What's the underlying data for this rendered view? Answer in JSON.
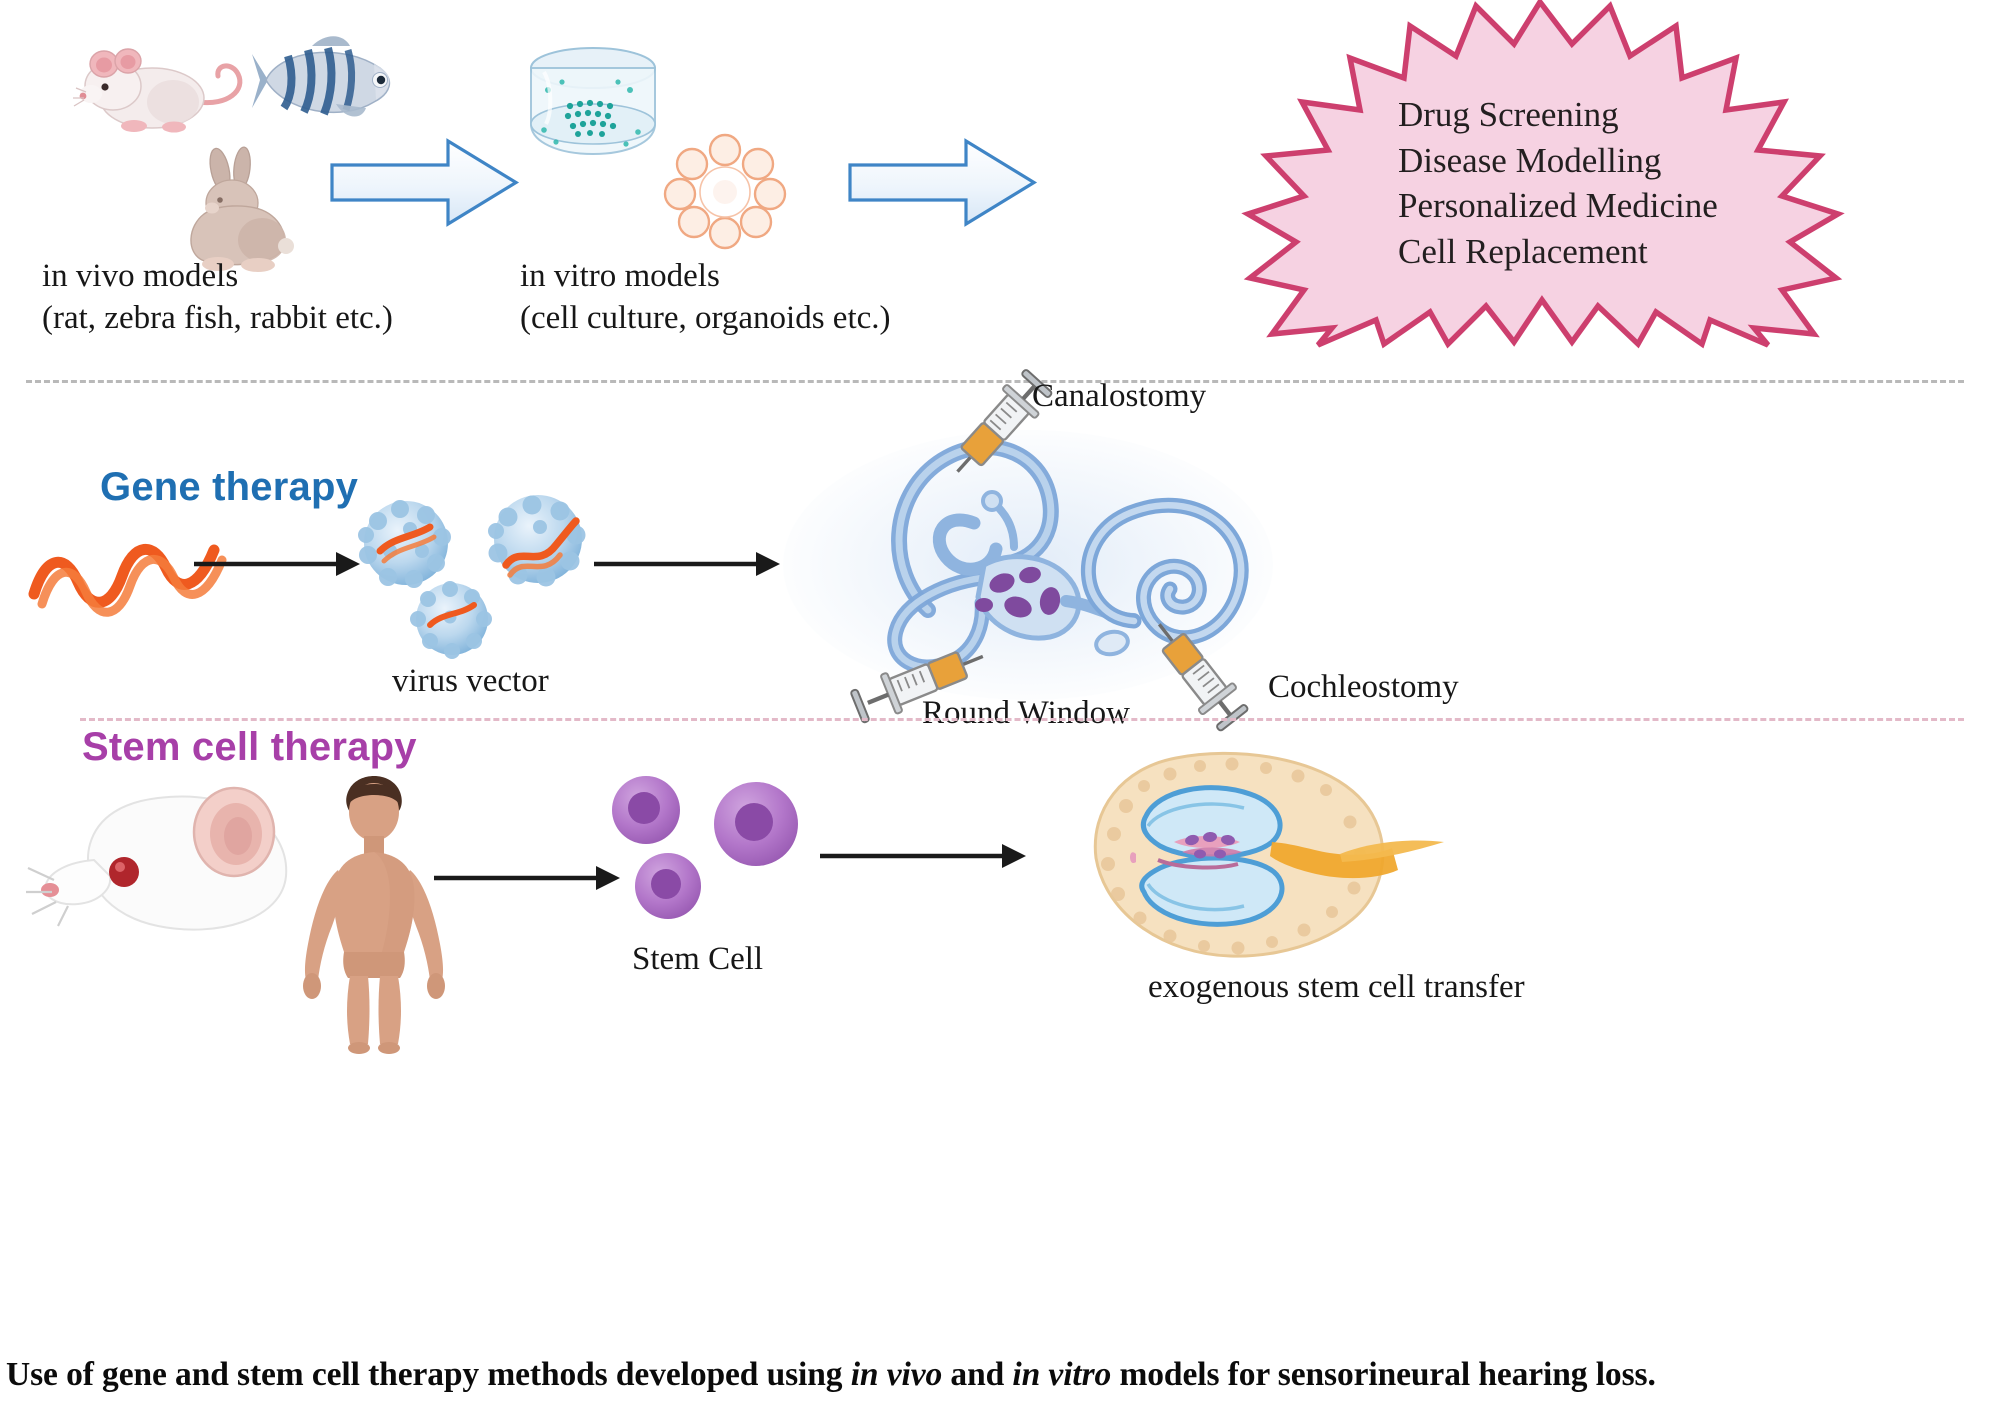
{
  "figure": {
    "title": "Use of gene and stem cell therapy methods developed using in vivo and in vitro models for sensorineural hearing loss.",
    "caption_parts": {
      "p1": "Use of gene and stem cell therapy methods developed using ",
      "i1": "in vivo",
      "p2": " and ",
      "i2": "in vitro",
      "p3": " models for sensorineural hearing loss."
    }
  },
  "colors": {
    "arrow_fill": "#e8f1fb",
    "arrow_stroke": "#3f85c6",
    "burst_fill": "#f6d2e2",
    "burst_stroke": "#cd3f6e",
    "gene_heading": "#1f6fb2",
    "stem_heading": "#a73fa8",
    "dna_orange": "#ef5a1f",
    "virus_blue": "#8fbfe4",
    "stemcell_purple": "#a362c0",
    "inner_ear_blue": "#7da7d9",
    "inner_ear_purple": "#7f4a9e",
    "syringe_amber": "#e8a13a",
    "bone_tan": "#f3d9b0",
    "divider_gray": "#b9b9b9",
    "divider_pink": "#e3b9c8"
  },
  "row_top": {
    "in_vivo": {
      "line1": "in vivo models",
      "line2": "(rat, zebra fish, rabbit etc.)",
      "icons": [
        "mouse-icon",
        "zebrafish-icon",
        "rabbit-icon"
      ]
    },
    "in_vitro": {
      "line1": "in vitro models",
      "line2": "(cell culture, organoids etc.)",
      "icons": [
        "petri-dish-icon",
        "organoid-icon"
      ]
    },
    "arrow1": "block-arrow-right-icon",
    "arrow2": "block-arrow-right-icon",
    "outcomes_burst": {
      "items": [
        "Drug Screening",
        "Disease Modelling",
        "Personalized Medicine",
        "Cell Replacement"
      ]
    }
  },
  "row_gene": {
    "heading": "Gene therapy",
    "dna_label": "",
    "virus_vector_label": "virus vector",
    "targets": {
      "canalostomy": "Canalostomy",
      "round_window": "Round Window",
      "cochleostomy": "Cochleostomy"
    },
    "arrows": [
      "thin-arrow-right-icon",
      "thin-arrow-right-icon"
    ],
    "icons": [
      "dna-strand-icon",
      "virus-particle-icon",
      "inner-ear-icon",
      "syringe-icon"
    ]
  },
  "row_stem": {
    "heading": "Stem cell therapy",
    "stem_cell_label": "Stem Cell",
    "transfer_label": "exogenous stem cell transfer",
    "arrows": [
      "thin-arrow-right-icon"
    ],
    "icons": [
      "mouse-head-icon",
      "human-body-icon",
      "stem-cell-icon",
      "cochlea-cross-section-icon"
    ]
  }
}
